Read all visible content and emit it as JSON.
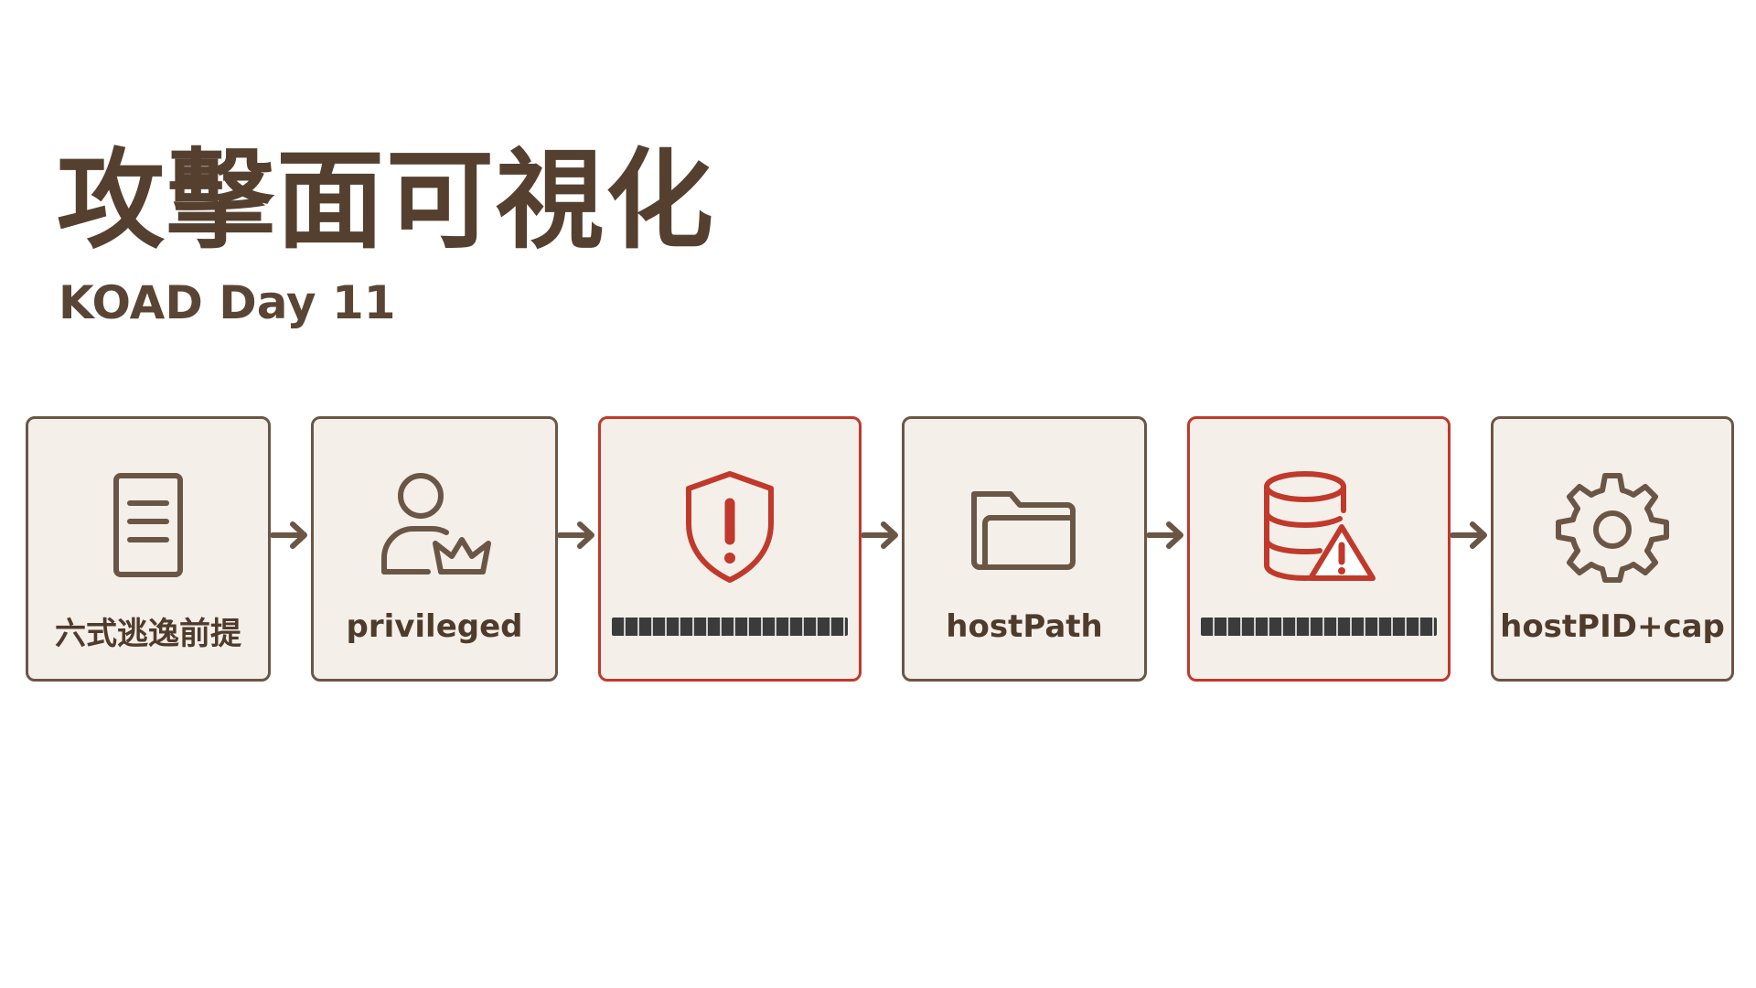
{
  "header": {
    "title": "攻擊面可視化",
    "subtitle": "KOAD Day 11"
  },
  "flow": {
    "steps": [
      {
        "label": "六式逃逸前提",
        "icon": "document-icon",
        "highlight": false,
        "redacted": false
      },
      {
        "label": "privileged",
        "icon": "user-crown-icon",
        "highlight": false,
        "redacted": false
      },
      {
        "label": "",
        "icon": "shield-alert-icon",
        "highlight": true,
        "redacted": true
      },
      {
        "label": "hostPath",
        "icon": "folder-icon",
        "highlight": false,
        "redacted": false
      },
      {
        "label": "",
        "icon": "database-warning-icon",
        "highlight": true,
        "redacted": true
      },
      {
        "label": "hostPID+cap",
        "icon": "gear-icon",
        "highlight": false,
        "redacted": false
      }
    ]
  },
  "colors": {
    "text": "#55402f",
    "border": "#6b5545",
    "alert": "#c0392b",
    "card_bg": "#f4efe9"
  }
}
